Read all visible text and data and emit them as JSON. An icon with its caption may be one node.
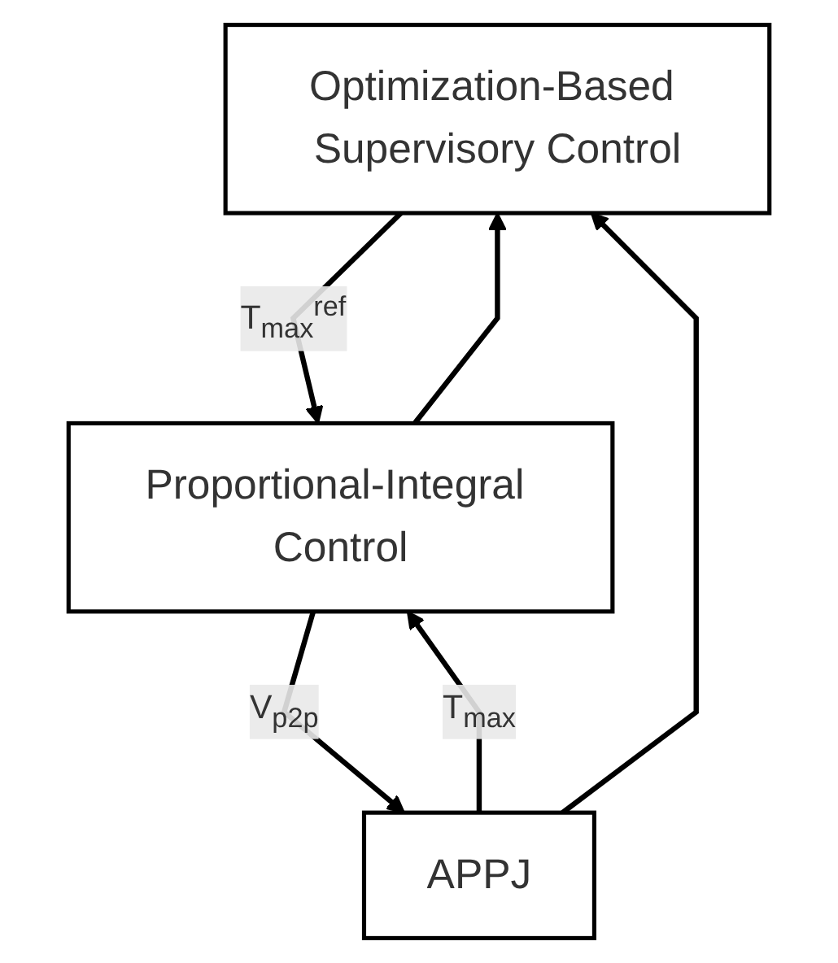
{
  "diagram": {
    "nodes": [
      {
        "text": [
          "Optimization-Based Supervisory Control"
        ]
      },
      {
        "text": [
          "Proportional-Integral Control"
        ]
      },
      {
        "text": [
          "APPJ"
        ]
      }
    ],
    "edges": [
      {
        "from": 0,
        "to": 1,
        "arrow": "to",
        "label": "T$_{max}$$^{ref}$"
      },
      {
        "from": 1,
        "to": 2,
        "arrow": "to",
        "label": "V$_{p2p}$"
      },
      {
        "from": 2,
        "to": 1,
        "arrow": "to",
        "label": "T$_{max}$"
      },
      {
        "from": 1,
        "to": 0,
        "arrow": "to"
      },
      {
        "from": 2,
        "to": 0,
        "arrow": "to"
      }
    ]
  }
}
